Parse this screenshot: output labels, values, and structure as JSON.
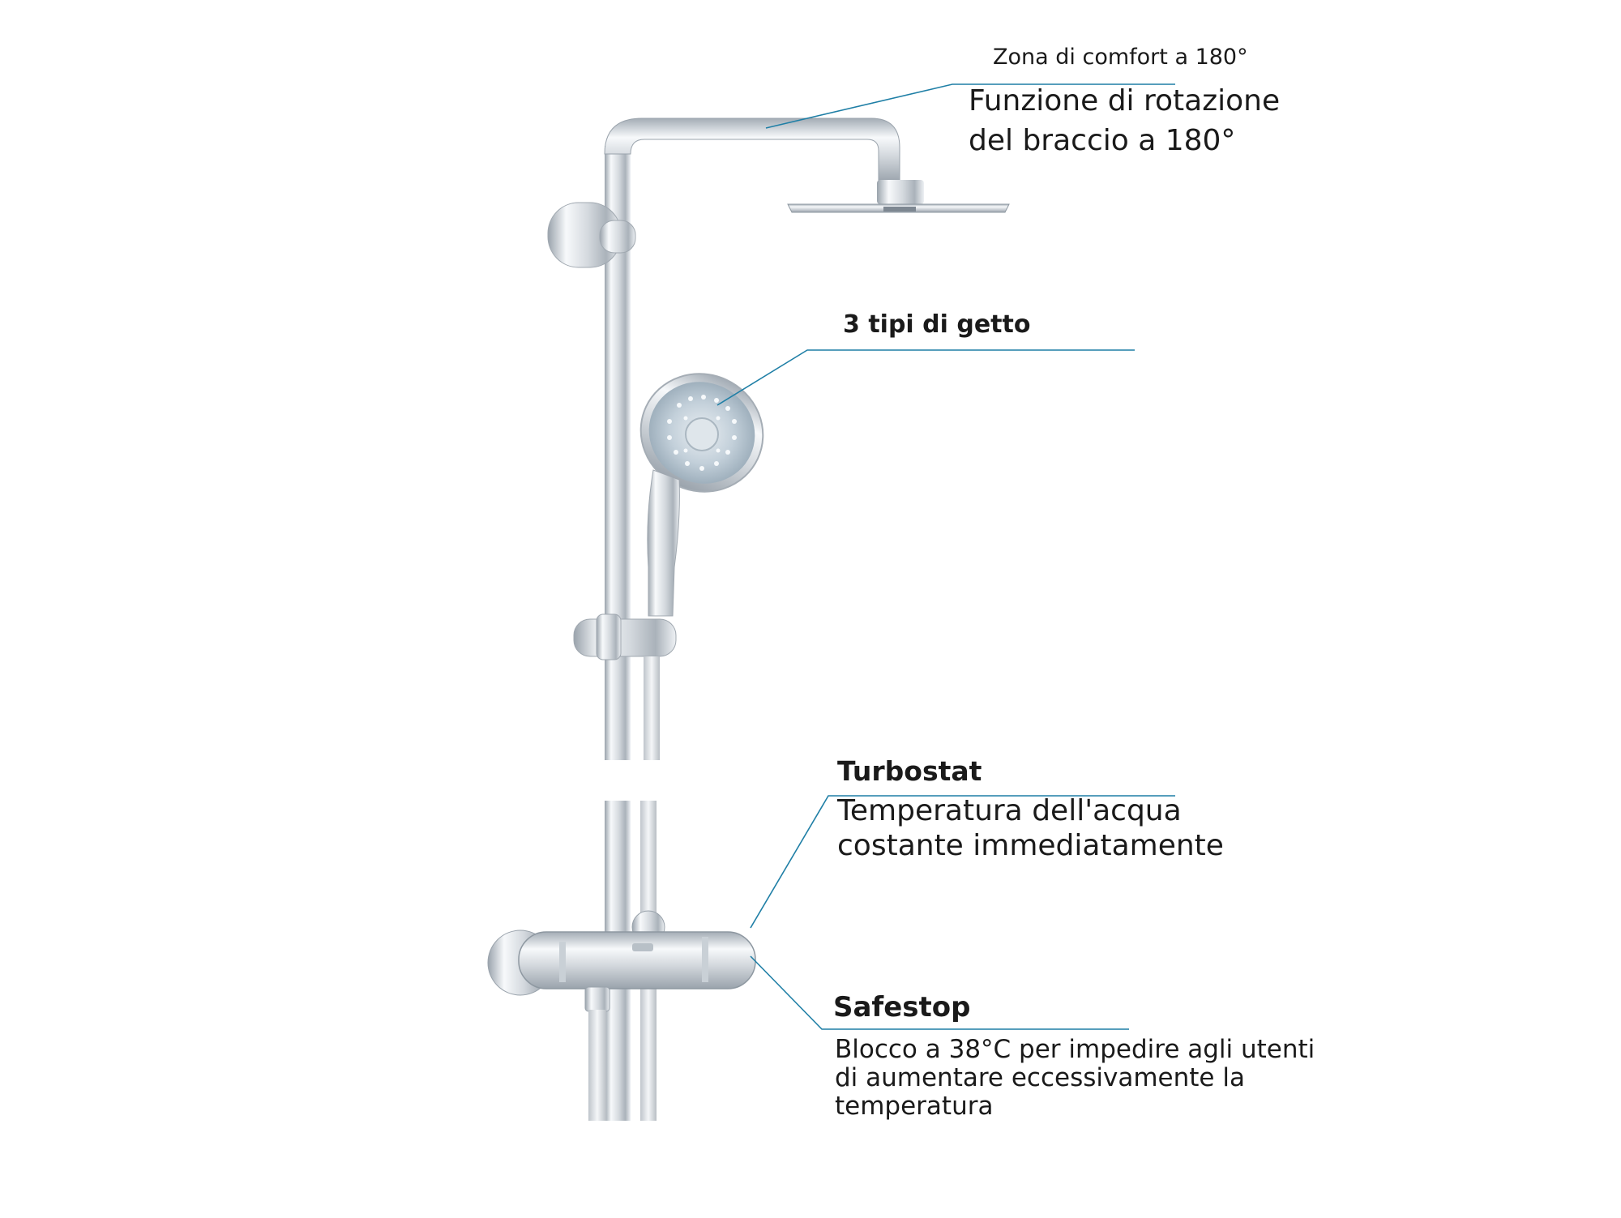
{
  "colors": {
    "leader": "#1f7fa6",
    "chrome_light": "#f2f4f6",
    "chrome_mid": "#c6ccd2",
    "chrome_dark": "#8a939c",
    "spray_face": "#b9c7d2"
  },
  "callouts": {
    "arm": {
      "title": "Zona di comfort a 180°",
      "line1": "Funzione di rotazione",
      "line2": "del braccio a 180°"
    },
    "handshower": {
      "title": "3 tipi di getto"
    },
    "turbostat": {
      "title": "Turbostat",
      "line1": "Temperatura dell'acqua",
      "line2": "costante immediatamente"
    },
    "safestop": {
      "title": "Safestop",
      "line1": "Blocco a 38°C per impedire agli utenti",
      "line2": "di aumentare eccessivamente la",
      "line3": "temperatura"
    }
  }
}
